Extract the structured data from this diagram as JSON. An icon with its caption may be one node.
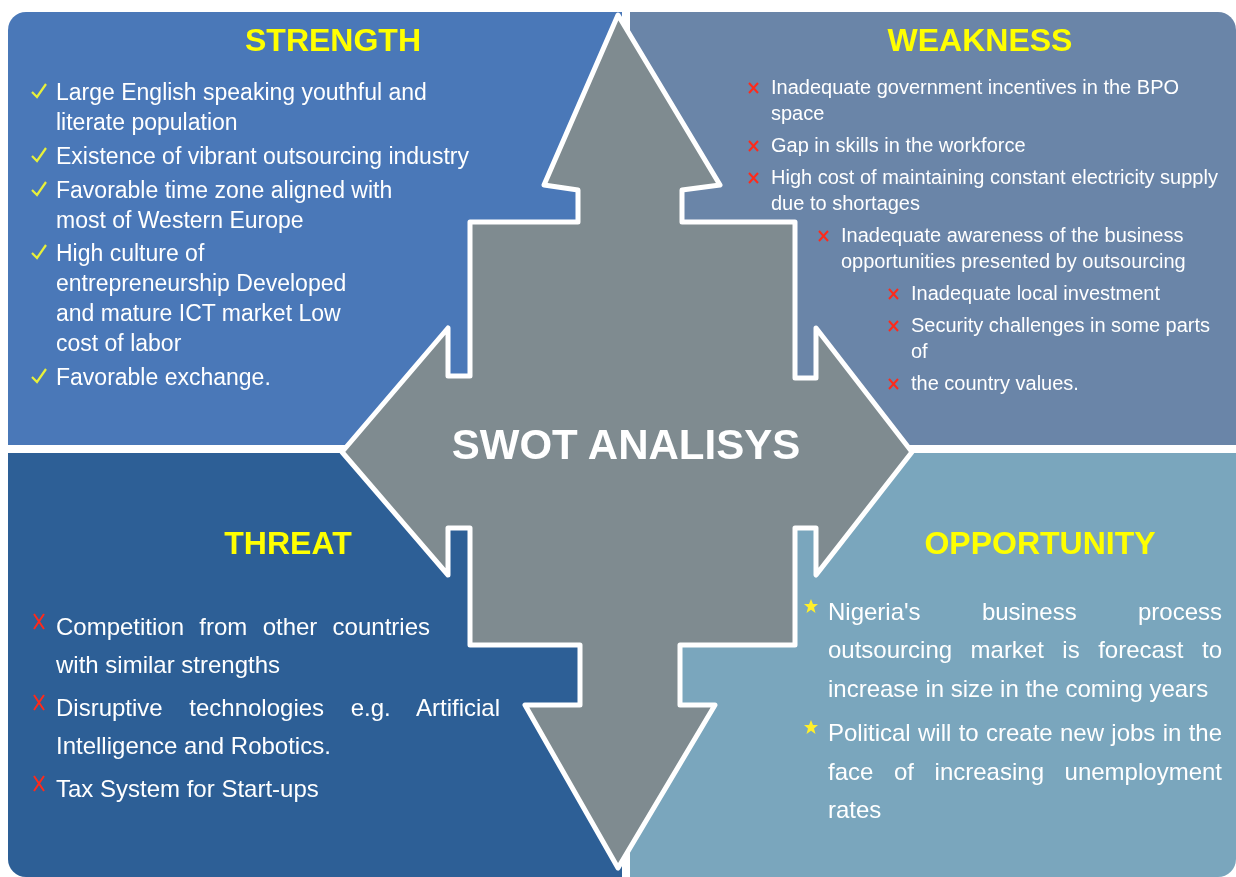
{
  "diagram": {
    "nodes": [
      {
        "text": [
          "STRENGTH",
          "Large English speaking youthful and literate population",
          "Existence of vibrant outsourcing industry",
          "Favorable time zone aligned with most of Western Europe",
          "High culture of entrepreneurship Developed and mature ICT market Low cost of labor",
          "Favorable exchange."
        ]
      },
      {
        "text": [
          "WEAKNESS",
          "Inadequate government incentives in the BPO space",
          "Gap in skills in the workforce",
          "High cost of maintaining constant electricity supply due to shortages",
          "Inadequate awareness of the business opportunities presented by outsourcing",
          "Inadequate local investment",
          "Security challenges in some parts of",
          "the country values."
        ]
      },
      {
        "text": [
          "THREAT",
          "Competition from other countries with similar strengths",
          "Disruptive technologies e.g. Artificial Intelligence and Robotics.",
          "Tax System for Start-ups"
        ]
      },
      {
        "text": [
          "OPPORTUNITY",
          "Nigeria's business process outsourcing market is forecast to increase in size in the coming years",
          "Political will to create new jobs in the face of increasing unemployment rates"
        ]
      },
      {
        "text": [
          "SWOT ANALISYS"
        ]
      }
    ],
    "edges": []
  }
}
